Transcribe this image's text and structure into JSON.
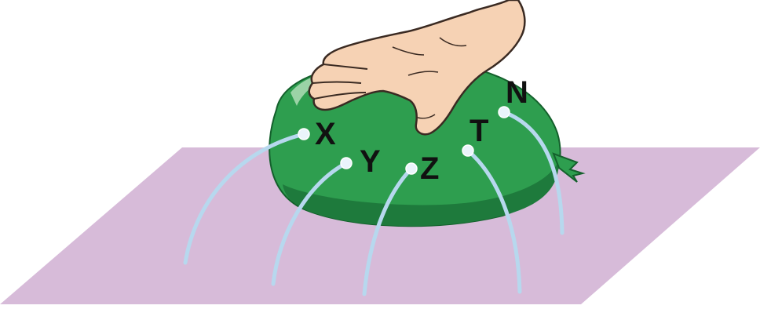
{
  "colors": {
    "surface": "#D7BBD9",
    "balloon": "#2E9E4F",
    "balloon_shadow": "#1E7A3C",
    "balloon_highlight": "#9BD3A6",
    "skin": "#F6D2B4",
    "skin_outline": "#3A2A22",
    "stream": "#B7D8EE",
    "hole": "#EAF4FB",
    "label": "#111111"
  },
  "icons": {
    "hand": "hand-pressing-icon",
    "balloon": "balloon-icon",
    "surface": "flat-surface",
    "holes": "hole-marker-icon"
  },
  "points": [
    {
      "id": "x",
      "label": "X"
    },
    {
      "id": "y",
      "label": "Y"
    },
    {
      "id": "z",
      "label": "Z"
    },
    {
      "id": "t",
      "label": "T"
    },
    {
      "id": "n",
      "label": "N"
    }
  ]
}
